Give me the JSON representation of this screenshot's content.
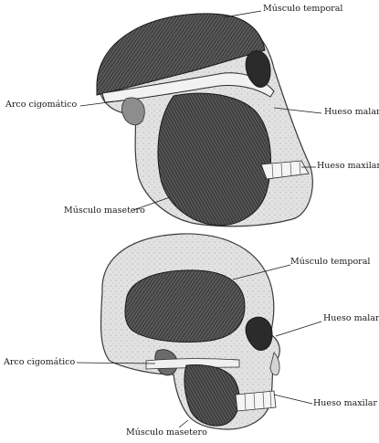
{
  "labels": {
    "top": {
      "musculo_temporal": "Músculo temporal",
      "arco_cigomatico": "Arco cigomático",
      "hueso_malar": "Hueso malar",
      "hueso_maxilar": "Hueso maxilar",
      "musculo_masetero": "Músculo masetero"
    },
    "bottom": {
      "musculo_temporal": "Músculo temporal",
      "hueso_malar": "Hueso malar",
      "arco_cigomatico": "Arco cigomático",
      "hueso_maxilar": "Hueso maxilar",
      "musculo_masetero": "Músculo masetero"
    }
  },
  "colors": {
    "ink": "#1a1a1a",
    "muscle": "#3a3a3a",
    "bone": "#e6e6e6",
    "shadow": "#9a9a9a"
  }
}
